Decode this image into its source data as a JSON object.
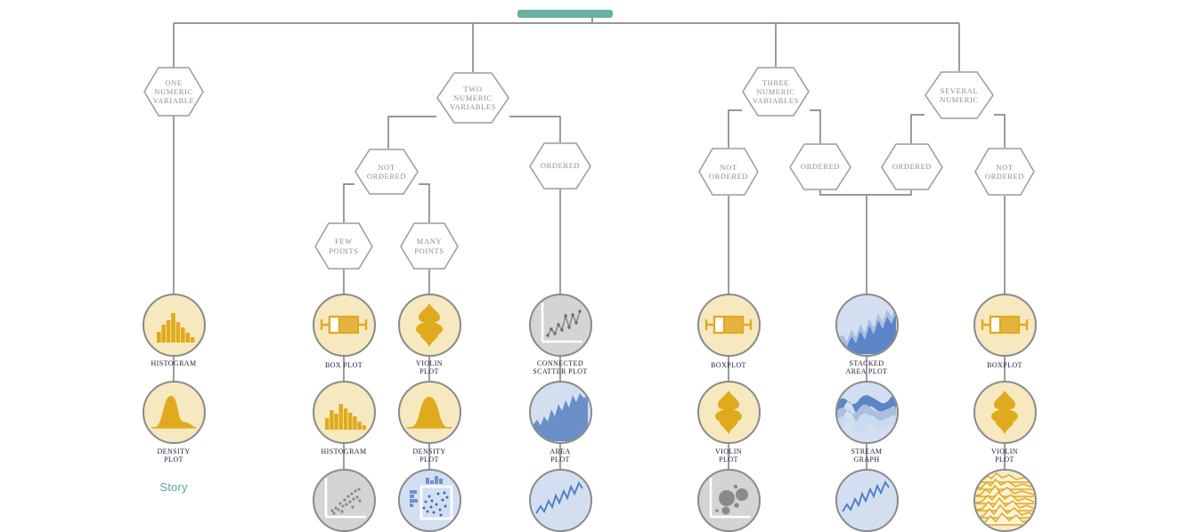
{
  "page": {
    "title": "Data to Viz — decision tree",
    "background": "#ffffff"
  },
  "colors": {
    "accent_teal": "#68b0a0",
    "wire": "#8a8a8a",
    "hex_stroke": "#9a9aa5",
    "hex_text": "#8b8b9a",
    "label_text": "#1b1b33",
    "yellow_fill": "#f6e8bf",
    "yellow_ink": "#e0aa1e",
    "yellow_border": "#8a8a8a",
    "blue_fill": "#d3dff1",
    "blue_ink": "#6f92c9",
    "blue_ink_dark": "#6a8ec6",
    "gray_fill": "#d4d4d4",
    "gray_ink": "#8a8a8a"
  },
  "topbar": {
    "label": ""
  },
  "story": {
    "label": "Story"
  },
  "hexagons": [
    {
      "id": "one-numeric-variable",
      "label": "ONE\nNUMERIC\nVARIABLE"
    },
    {
      "id": "two-numeric-variables",
      "label": "TWO\nNUMERIC\nVARIABLES"
    },
    {
      "id": "three-numeric-variables",
      "label": "THREE\nNUMERIC\nVARIABLES"
    },
    {
      "id": "several-numeric",
      "label": "SEVERAL\nNUMERIC"
    },
    {
      "id": "two-not-ordered",
      "label": "NOT\nORDERED"
    },
    {
      "id": "two-ordered",
      "label": "ORDERED"
    },
    {
      "id": "few-points",
      "label": "FEW\nPOINTS"
    },
    {
      "id": "many-points",
      "label": "MANY\nPOINTS"
    },
    {
      "id": "three-not-ordered",
      "label": "NOT\nORDERED"
    },
    {
      "id": "three-ordered",
      "label": "ORDERED"
    },
    {
      "id": "several-ordered",
      "label": "ORDERED"
    },
    {
      "id": "several-not-ordered",
      "label": "NOT\nORDERED"
    }
  ],
  "charts": [
    {
      "id": "histogram-1",
      "label": "HISTOGRAM",
      "icon": "histogram-icon",
      "theme": "yellow"
    },
    {
      "id": "density-plot-1",
      "label": "DENSITY\nPLOT",
      "icon": "density-icon",
      "theme": "yellow"
    },
    {
      "id": "box-plot-1",
      "label": "BOX PLOT",
      "icon": "boxplot-icon",
      "theme": "yellow"
    },
    {
      "id": "histogram-2",
      "label": "HISTOGRAM",
      "icon": "histogram-icon",
      "theme": "yellow"
    },
    {
      "id": "scatter-plot-1",
      "label": "",
      "icon": "scatter-icon",
      "theme": "gray"
    },
    {
      "id": "violin-plot-1",
      "label": "VIOLIN\nPLOT",
      "icon": "violin-icon",
      "theme": "yellow"
    },
    {
      "id": "density-plot-2",
      "label": "DENSITY\nPLOT",
      "icon": "density-icon",
      "theme": "yellow"
    },
    {
      "id": "marginal-plot-1",
      "label": "",
      "icon": "marginal-scatter-icon",
      "theme": "blue"
    },
    {
      "id": "connected-scatter",
      "label": "CONNECTED\nSCATTER PLOT",
      "icon": "connected-scatter-icon",
      "theme": "gray"
    },
    {
      "id": "area-plot-1",
      "label": "AREA\nPLOT",
      "icon": "area-icon",
      "theme": "blue"
    },
    {
      "id": "line-plot-1",
      "label": "",
      "icon": "line-icon",
      "theme": "blue"
    },
    {
      "id": "boxplot-2",
      "label": "BOXPLOT",
      "icon": "boxplot-icon",
      "theme": "yellow"
    },
    {
      "id": "violin-plot-2",
      "label": "VIOLIN\nPLOT",
      "icon": "violin-icon",
      "theme": "yellow"
    },
    {
      "id": "bubble-plot-1",
      "label": "",
      "icon": "bubble-icon",
      "theme": "gray"
    },
    {
      "id": "stacked-area-plot",
      "label": "STACKED\nAREA PLOT",
      "icon": "stacked-area-icon",
      "theme": "blue"
    },
    {
      "id": "stream-graph",
      "label": "STREAM\nGRAPH",
      "icon": "streamgraph-icon",
      "theme": "blue"
    },
    {
      "id": "line-plot-2",
      "label": "",
      "icon": "line-icon",
      "theme": "blue"
    },
    {
      "id": "boxplot-3",
      "label": "BOXPLOT",
      "icon": "boxplot-icon",
      "theme": "yellow"
    },
    {
      "id": "violin-plot-3",
      "label": "VIOLIN\nPLOT",
      "icon": "violin-icon",
      "theme": "yellow"
    },
    {
      "id": "ridgeline-plot",
      "label": "",
      "icon": "ridgeline-icon",
      "theme": "yellow"
    }
  ]
}
